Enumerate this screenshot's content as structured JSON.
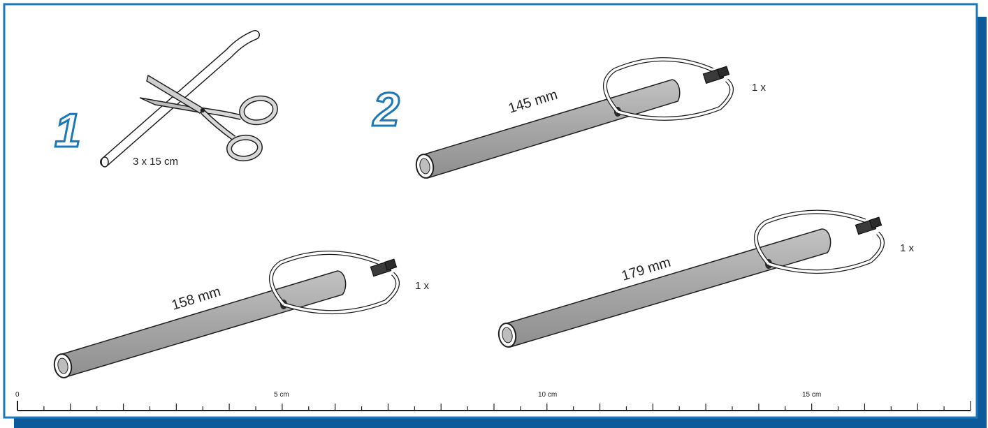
{
  "step1": {
    "number": "1",
    "cut_label": "3 x 15 cm"
  },
  "step2": {
    "number": "2"
  },
  "assemblies": [
    {
      "length_label": "145 mm",
      "qty_label": "1 x"
    },
    {
      "length_label": "158 mm",
      "qty_label": "1 x"
    },
    {
      "length_label": "179 mm",
      "qty_label": "1 x"
    }
  ],
  "ruler": {
    "labels": [
      "0",
      "5 cm",
      "10 cm",
      "15 cm"
    ],
    "max_cm": 18,
    "minor_ticks_per_cm": 1
  },
  "colors": {
    "frame": "#1b78b8",
    "shadow": "#0c5a99",
    "tube": "#a9a9a9",
    "outline": "#1f1f1f"
  }
}
